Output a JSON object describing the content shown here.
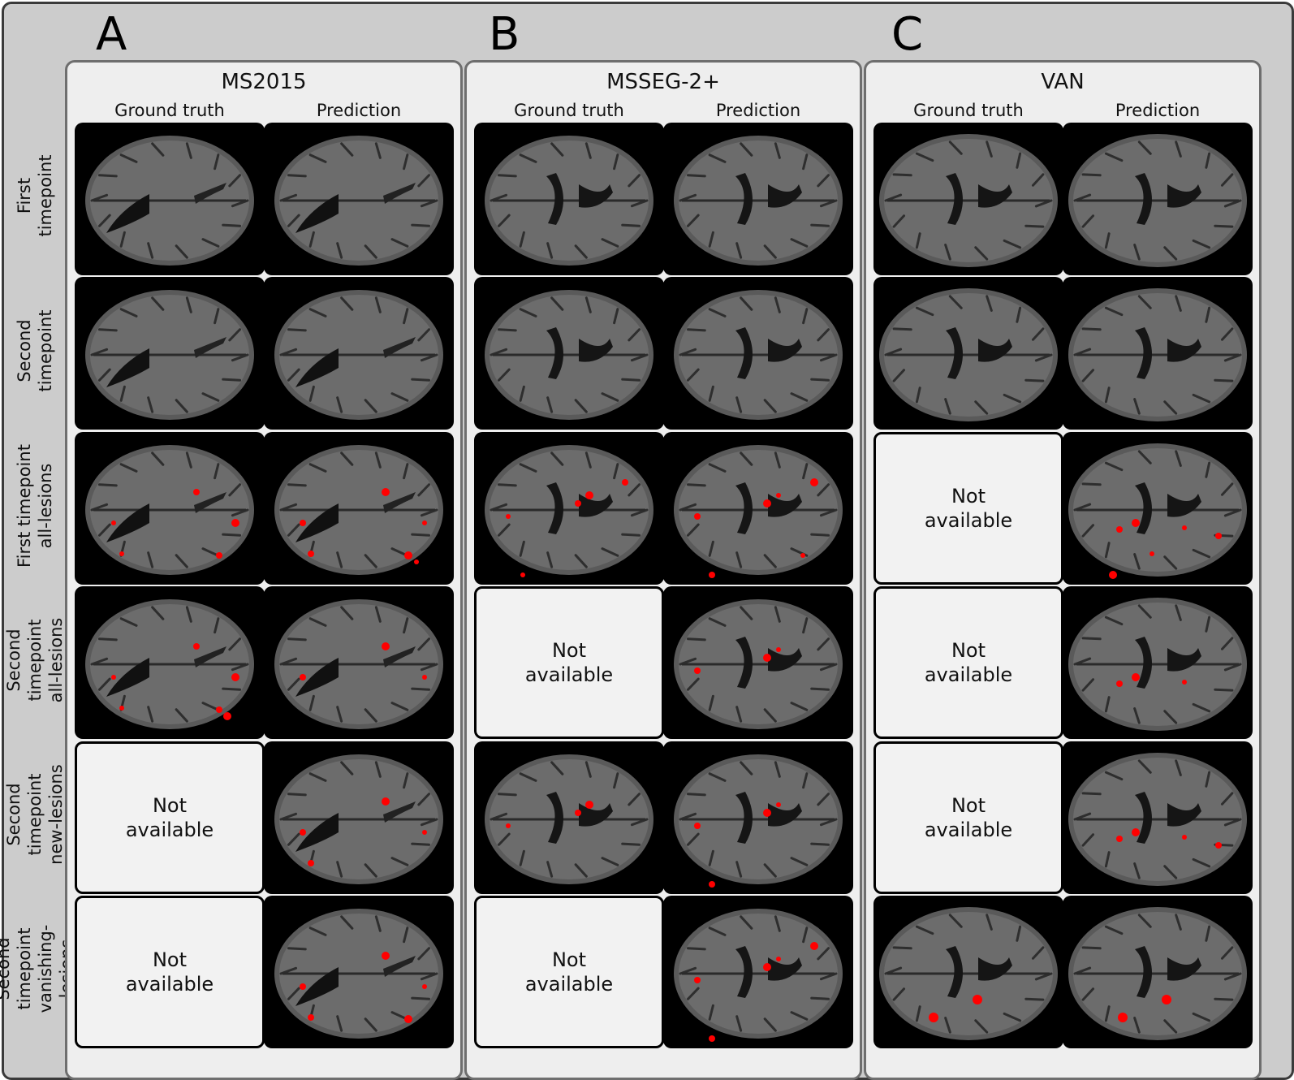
{
  "panel_letters": [
    "A",
    "B",
    "C"
  ],
  "row_labels": [
    [
      "First",
      "timepoint"
    ],
    [
      "Second",
      "timepoint"
    ],
    [
      "First timepoint",
      "all-lesions"
    ],
    [
      "Second timepoint",
      "all-lesions"
    ],
    [
      "Second timepoint",
      "new-lesions"
    ],
    [
      "Second timepoint",
      "vanishing-lesions"
    ]
  ],
  "column_headers": [
    "Ground truth",
    "Prediction"
  ],
  "not_available_text": "Not\navailable",
  "colors": {
    "lesion": "#ff0000",
    "frame": "#cccccc",
    "panel": "#eeeeee"
  },
  "datasets": [
    {
      "name": "MS2015",
      "cells": [
        [
          "image",
          "image"
        ],
        [
          "image",
          "image"
        ],
        [
          "image",
          "image"
        ],
        [
          "image",
          "image"
        ],
        [
          "not_available",
          "image"
        ],
        [
          "not_available",
          "image"
        ]
      ]
    },
    {
      "name": "MSSEG-2+",
      "cells": [
        [
          "image",
          "image"
        ],
        [
          "image",
          "image"
        ],
        [
          "image",
          "image"
        ],
        [
          "not_available",
          "image"
        ],
        [
          "image",
          "image"
        ],
        [
          "not_available",
          "image"
        ]
      ]
    },
    {
      "name": "VAN",
      "cells": [
        [
          "image",
          "image"
        ],
        [
          "image",
          "image"
        ],
        [
          "not_available",
          "image"
        ],
        [
          "not_available",
          "image"
        ],
        [
          "not_available",
          "image"
        ],
        [
          "image",
          "image"
        ]
      ]
    }
  ]
}
